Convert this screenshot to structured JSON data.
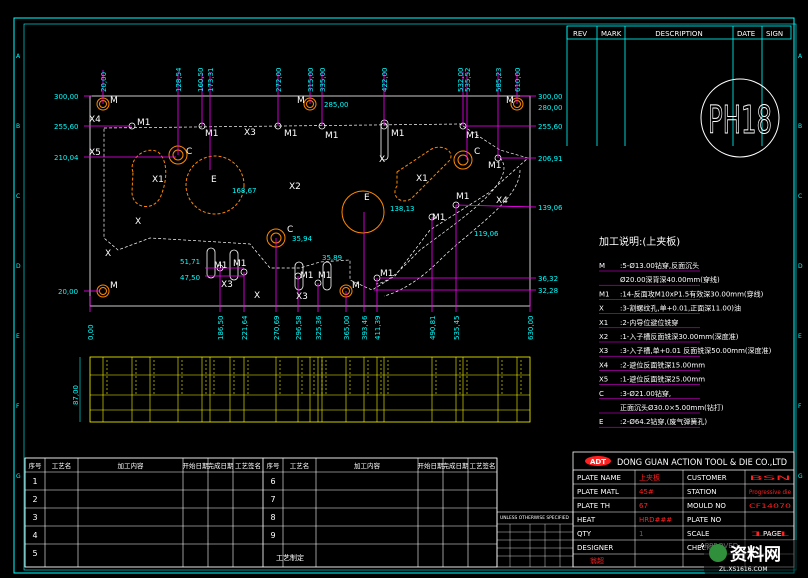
{
  "colors": {
    "background": "#000000",
    "frame": "#00ffff",
    "dim": "#00ffff",
    "mark": "#ff00ff",
    "part": "#ffffff",
    "hole": "#ff8800",
    "section": "#ffff00",
    "title_red": "#ff2020",
    "note_text": "#ffffff"
  },
  "revision_table": {
    "headers": [
      "REV",
      "MARK",
      "DESCRIPTION",
      "DATE",
      "SIGN"
    ]
  },
  "stamp": {
    "text": "PH18"
  },
  "dimensions": {
    "top": [
      "20,00",
      "128,54",
      "160,50",
      "173,31",
      "272,00",
      "315,00",
      "335,00",
      "422,00",
      "532,00",
      "535,52",
      "585,23",
      "610,00"
    ],
    "bottom": [
      "0,00",
      "186,50",
      "221,64",
      "270,69",
      "296,58",
      "325,36",
      "365,00",
      "393,46",
      "411,39",
      "490,81",
      "535,45",
      "630,00"
    ],
    "left": [
      "300,00",
      "255,60",
      "210,04",
      "20,00",
      "51,71",
      "47,50"
    ],
    "right": [
      "300,00",
      "280,00",
      "255,60",
      "206,91",
      "139,06",
      "36,32",
      "32,28"
    ],
    "inner": [
      "285,00",
      "168,67",
      "138,13",
      "119,06",
      "35,94",
      "35,89"
    ],
    "section_height": "87,00"
  },
  "feature_labels": {
    "m": "M",
    "m1": "M1",
    "c": "C",
    "e": "E",
    "x": "X",
    "x1": "X1",
    "x2": "X2",
    "x3": "X3",
    "x4": "X4",
    "x5": "X5"
  },
  "notes": {
    "title": "加工说明:(上夹板)",
    "lines": [
      {
        "code": "M",
        "text": ":5-Ø13.00钻穿,反面沉头"
      },
      {
        "code": "",
        "text": "Ø20.00深背深40.00mm(穿线)"
      },
      {
        "code": "M1",
        "text": ":14-反面攻M10xP1.5有效深30.00mm(穿线)"
      },
      {
        "code": "X",
        "text": ":3-割螺纹孔,单+0.01,正面深11.00)油"
      },
      {
        "code": "X1",
        "text": ":2-内导位避位铣穿"
      },
      {
        "code": "X2",
        "text": ":1-入子槽反面铣深30.00mm(深度准)"
      },
      {
        "code": "X3",
        "text": ":3-入子槽,单+0.01 反面铣深50.00mm(深度准)"
      },
      {
        "code": "X4",
        "text": ":2-避位反面铣深15.00mm"
      },
      {
        "code": "X5",
        "text": ":1-避位反面铣深25.00mm"
      },
      {
        "code": "C",
        "text": ":3-Ø21.00钻穿,"
      },
      {
        "code": "",
        "text": "正面沉头Ø30.0×5.00mm(钻打)"
      },
      {
        "code": "E",
        "text": ":2-Ø64.2钻穿,(废气弹簧孔)"
      }
    ]
  },
  "process_table": {
    "headers_left": [
      "序号",
      "工艺名",
      "加工内容",
      "开始日期",
      "完成日期",
      "工艺签名"
    ],
    "headers_right": [
      "序号",
      "工艺名",
      "加工内容",
      "开始日期",
      "完成日期",
      "工艺签名"
    ],
    "rows_left": [
      "1",
      "2",
      "3",
      "4",
      "5"
    ],
    "rows_right": [
      "6",
      "7",
      "8",
      "9"
    ],
    "footer": "工艺制定"
  },
  "tolerance_label": "UNLESS OTHERWISE SPECIFIED",
  "title_block": {
    "company": "DONG GUAN ACTION TOOL & DIE CO.,LTD",
    "logo": "ADT",
    "rows": [
      {
        "label": "PLATE NAME",
        "value": "上夹板",
        "label2": "CUSTOMER",
        "value2": "BSN"
      },
      {
        "label": "PLATE MATL",
        "value": "45#",
        "label2": "STATION",
        "value2": "Progressive die"
      },
      {
        "label": "PLATE TH",
        "value": "67",
        "label2": "MOULD NO",
        "value2": "CF14070"
      },
      {
        "label": "HEAT",
        "value": "HRD###",
        "label2": "PLATE NO",
        "value2": ""
      },
      {
        "label": "QTY",
        "value": "1",
        "label2": "SCALE",
        "value2": "1:1"
      },
      {
        "label": "DESIGNER",
        "value": "",
        "label2": "CHECKED",
        "value2": ""
      }
    ],
    "extra_page": "PAGE",
    "approved": "APPROVED",
    "designer_sig": "翁超"
  },
  "watermark": {
    "text": "资料网",
    "url": "ZL.XS1616.COM"
  }
}
